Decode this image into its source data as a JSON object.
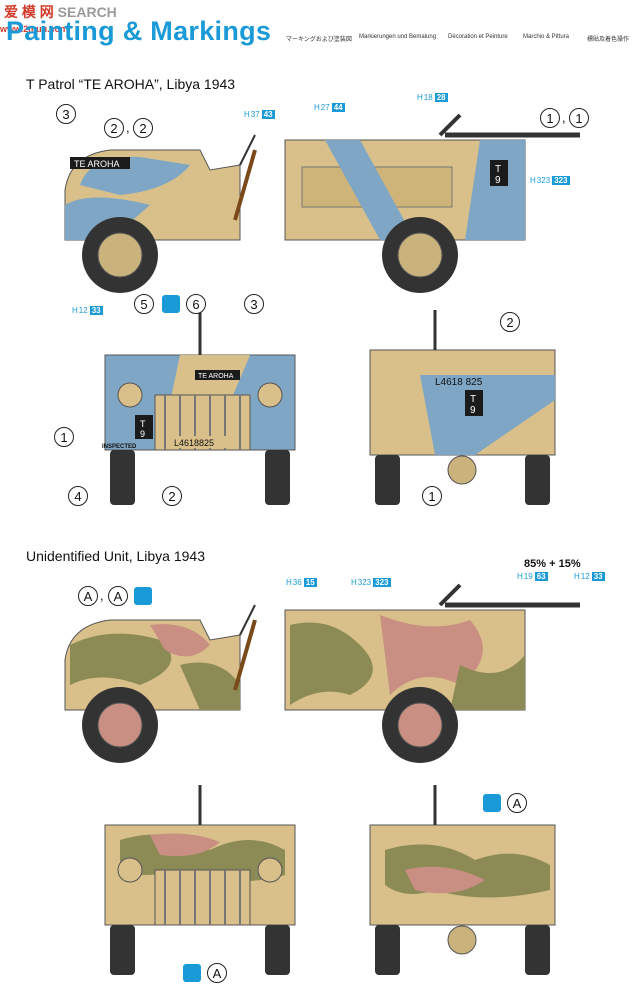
{
  "header": {
    "watermark": "SEARCH",
    "watermark_cn": "爱 模 网",
    "watermark_url": "www.2muu.com",
    "title": "Painting & Markings",
    "languages": [
      "マーキングおよび塗装図",
      "Markierungen und Bemalung",
      "Décoration et Peinture",
      "Marchio & Pittura",
      "標貼及着色操作"
    ]
  },
  "scheme1": {
    "title": "T Patrol “TE AROHA”, Libya 1943",
    "vehicle_name": "TE AROHA",
    "callsign": "T 9",
    "reg_number": "L4618 825",
    "grille_text": "INSPECTED",
    "colors": [
      {
        "code": "H",
        "num": "37",
        "box": "43"
      },
      {
        "code": "H",
        "num": "27",
        "box": "44"
      },
      {
        "code": "H",
        "num": "18",
        "box": "28"
      },
      {
        "code": "H",
        "num": "323",
        "box": "323"
      },
      {
        "code": "H",
        "num": "12",
        "box": "33"
      }
    ],
    "refs_side": [
      "3",
      "2",
      "2",
      "1",
      "1"
    ],
    "refs_front": [
      "5",
      "6",
      "3",
      "1",
      "4",
      "2"
    ],
    "refs_rear": [
      "2",
      "1"
    ]
  },
  "scheme2": {
    "title": "Unidentified Unit, Libya 1943",
    "colors": [
      {
        "code": "H",
        "num": "36",
        "box": "15"
      },
      {
        "code": "H",
        "num": "323",
        "box": "323"
      },
      {
        "code": "H",
        "num": "19",
        "box": "63"
      },
      {
        "code": "H",
        "num": "12",
        "box": "33"
      }
    ],
    "mix": {
      "a": "85%",
      "plus": "+",
      "b": "15%"
    },
    "refs": [
      "A",
      "A",
      "A",
      "A"
    ]
  },
  "palette": {
    "sand": "#d9c08a",
    "blue": "#7fa6c4",
    "green": "#8c8a55",
    "pink": "#c98f82",
    "dark": "#2b2b2b",
    "accent": "#1a9ad6"
  }
}
